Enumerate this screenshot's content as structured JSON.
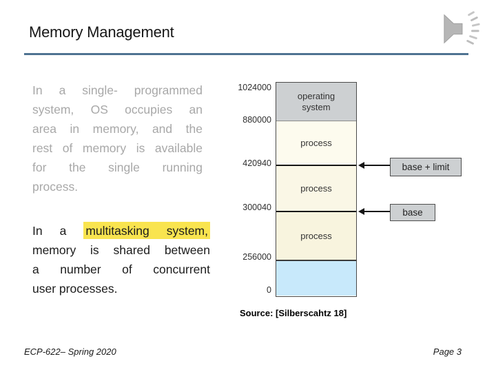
{
  "slide": {
    "title": "Memory Management",
    "accent_color": "#4F7391",
    "source_note": "Source: [Silberscahtz 18]",
    "footer_left": "ECP-622– Spring 2020",
    "footer_right": "Page 3"
  },
  "icons": {
    "audio": "speaker-icon"
  },
  "paragraph1": {
    "color": "#A8A8A8",
    "lines": [
      "In a single- programmed",
      "system, OS occupies an",
      "area in memory, and the",
      "rest of memory is available",
      "for the single running",
      "process."
    ]
  },
  "paragraph2": {
    "highlight_color": "#F9E44F",
    "line1_prefix": "In a",
    "line1_highlight": "multitasking system,",
    "lines_rest": [
      "memory is shared between",
      "a number of concurrent",
      "user processes."
    ]
  },
  "diagram": {
    "addresses": [
      "1024000",
      "880000",
      "420940",
      "300040",
      "256000",
      "0"
    ],
    "sections": [
      {
        "label": "operating system",
        "color": "#CDD0D2"
      },
      {
        "label": "process",
        "color": "#FDFBEE"
      },
      {
        "label": "process",
        "color": "#FAF7E6"
      },
      {
        "label": "process",
        "color": "#F8F4DE"
      },
      {
        "label": "",
        "color": "#C8E9FB"
      }
    ],
    "callouts": [
      {
        "label": "base + limit"
      },
      {
        "label": "base"
      }
    ]
  }
}
